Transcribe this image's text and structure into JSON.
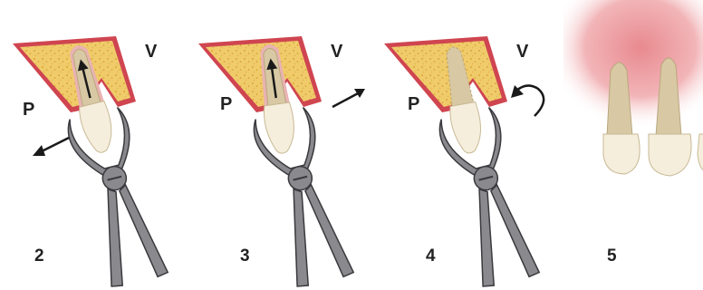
{
  "colors": {
    "bone_fill": "#f0cb6a",
    "bone_stipple": "#d59a2a",
    "gingiva": "#cf4550",
    "root": "#d8c9a4",
    "crown": "#f6eedc",
    "forceps": "#8a8a8e",
    "forceps_edge": "#3a3a3e",
    "arrow": "#1a1a1a",
    "gum_glow": "#e88a8f"
  },
  "panels": [
    {
      "step": "2",
      "palatal": "P",
      "vestibular": "V",
      "movement": "palatal-tilt"
    },
    {
      "step": "3",
      "palatal": "P",
      "vestibular": "V",
      "movement": "vestibular-tilt"
    },
    {
      "step": "4",
      "palatal": "P",
      "vestibular": "V",
      "movement": "rotation"
    },
    {
      "step": "5",
      "movement": "extraction-result"
    }
  ]
}
